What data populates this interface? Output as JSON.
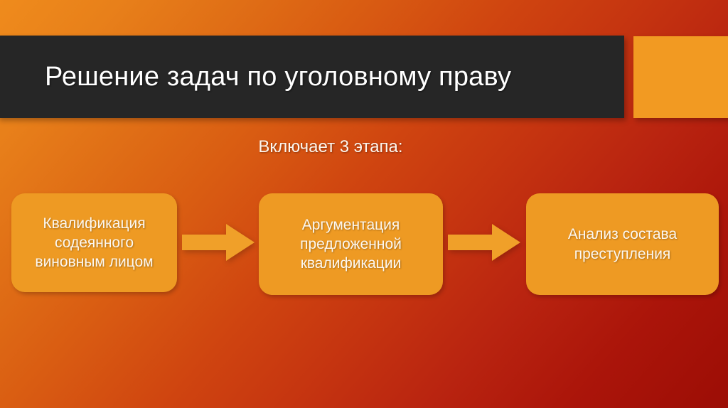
{
  "slide": {
    "title": "Решение задач по уголовному праву",
    "subtitle": "Включает 3 этапа:",
    "colors": {
      "banner_bg": "#262626",
      "title_text": "#ffffff",
      "accent_block": "#f29a22",
      "box_fill": "#ee9a23",
      "box_text": "#fdf8f0",
      "arrow_fill": "#f0a029",
      "background_start": "#ef8b1c",
      "background_end": "#9c0d05"
    }
  },
  "process": {
    "steps": [
      {
        "label": "Квалификация\nсодеянного\nвиновным лицом"
      },
      {
        "label": "Аргументация\nпредложенной\nквалификации"
      },
      {
        "label": "Анализ состава\nпреступления"
      }
    ],
    "connectors": [
      {
        "icon": "arrow-right-icon"
      },
      {
        "icon": "arrow-right-icon"
      }
    ]
  }
}
